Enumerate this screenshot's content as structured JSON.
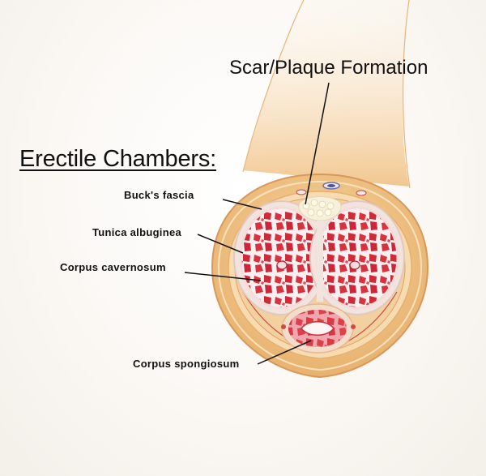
{
  "title": "Erectile Chambers:",
  "callout": "Scar/Plaque Formation",
  "labels": {
    "bucks_fascia": "Buck's fascia",
    "tunica_albuginea": "Tunica albuginea",
    "corpus_cavernosum": "Corpus cavernosum",
    "corpus_spongiosum": "Corpus spongiosum"
  },
  "colors": {
    "skin": "#f3c989",
    "skin_dark": "#e5ad6a",
    "fascia": "#f7dcb2",
    "tunica": "#f1e4de",
    "cavernosum": "#d9323f",
    "tissue_white": "#fbeff0",
    "plaque": "#f7f1dc",
    "line": "#111111"
  }
}
